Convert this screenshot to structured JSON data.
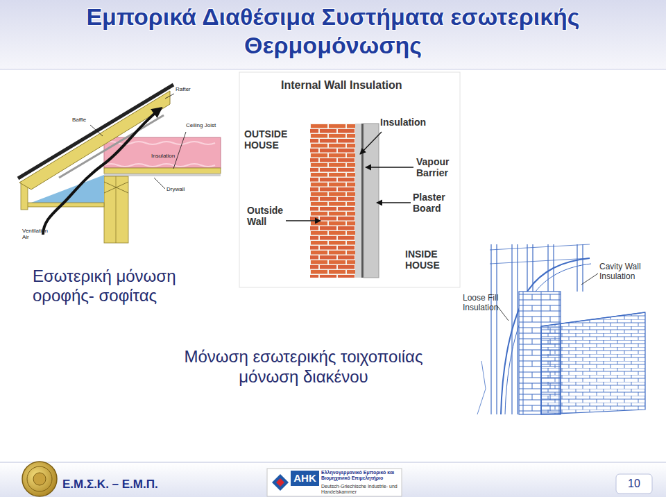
{
  "diagram": {
    "title": "Εμπορικά Διαθέσιμα Συστήματα εσωτερικής Θερμομόνωσης",
    "labels": [
      "Rafter",
      "Baffle",
      "Ceiling Joist",
      "Insulation",
      "Drywall",
      "Ventilation Air",
      "Internal Wall Insulation",
      "OUTSIDE HOUSE",
      "Insulation",
      "Vapour Barrier",
      "Plaster Board",
      "Outside Wall",
      "INSIDE HOUSE",
      "Εσωτερική μόνωση οροφής- σοφίτας",
      "Μόνωση εσωτερικής τοιχοποιίας",
      "μόνωση διακένου",
      "Cavity Wall Insulation",
      "Loose Fill Insulation",
      "Ε.Μ.Σ.Κ. – Ε.Μ.Π.",
      "AHK",
      "Ελληνογερμανικό Εμπορικό και Βιομηχανικό Επιμελητήριο",
      "Deutsch-Griechische Industrie- und Handelskammer",
      "10"
    ]
  }
}
